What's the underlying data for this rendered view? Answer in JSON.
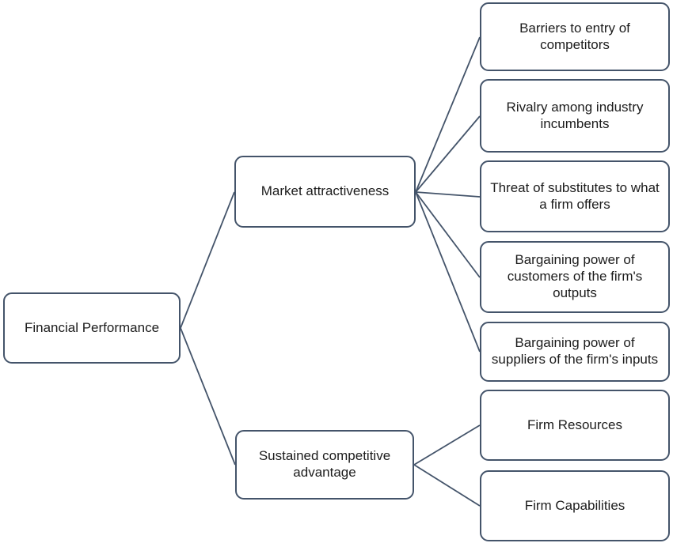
{
  "diagram": {
    "type": "tree",
    "orientation": "left-to-right",
    "colors": {
      "node_border": "#44546A",
      "connector": "#44546A",
      "node_fill": "#FFFFFF",
      "text": "#1C1C1C",
      "background": "#FFFFFF"
    },
    "root": {
      "label": "Financial Performance"
    },
    "branches": [
      {
        "label": "Market attractiveness",
        "children": [
          {
            "label": "Barriers to entry of competitors"
          },
          {
            "label": "Rivalry among industry incumbents"
          },
          {
            "label": "Threat of substitutes to what a firm offers"
          },
          {
            "label": "Bargaining power of customers of the firm's outputs"
          },
          {
            "label": "Bargaining power of suppliers of the firm's inputs"
          }
        ]
      },
      {
        "label": "Sustained competitive advantage",
        "children": [
          {
            "label": "Firm Resources"
          },
          {
            "label": "Firm Capabilities"
          }
        ]
      }
    ]
  }
}
